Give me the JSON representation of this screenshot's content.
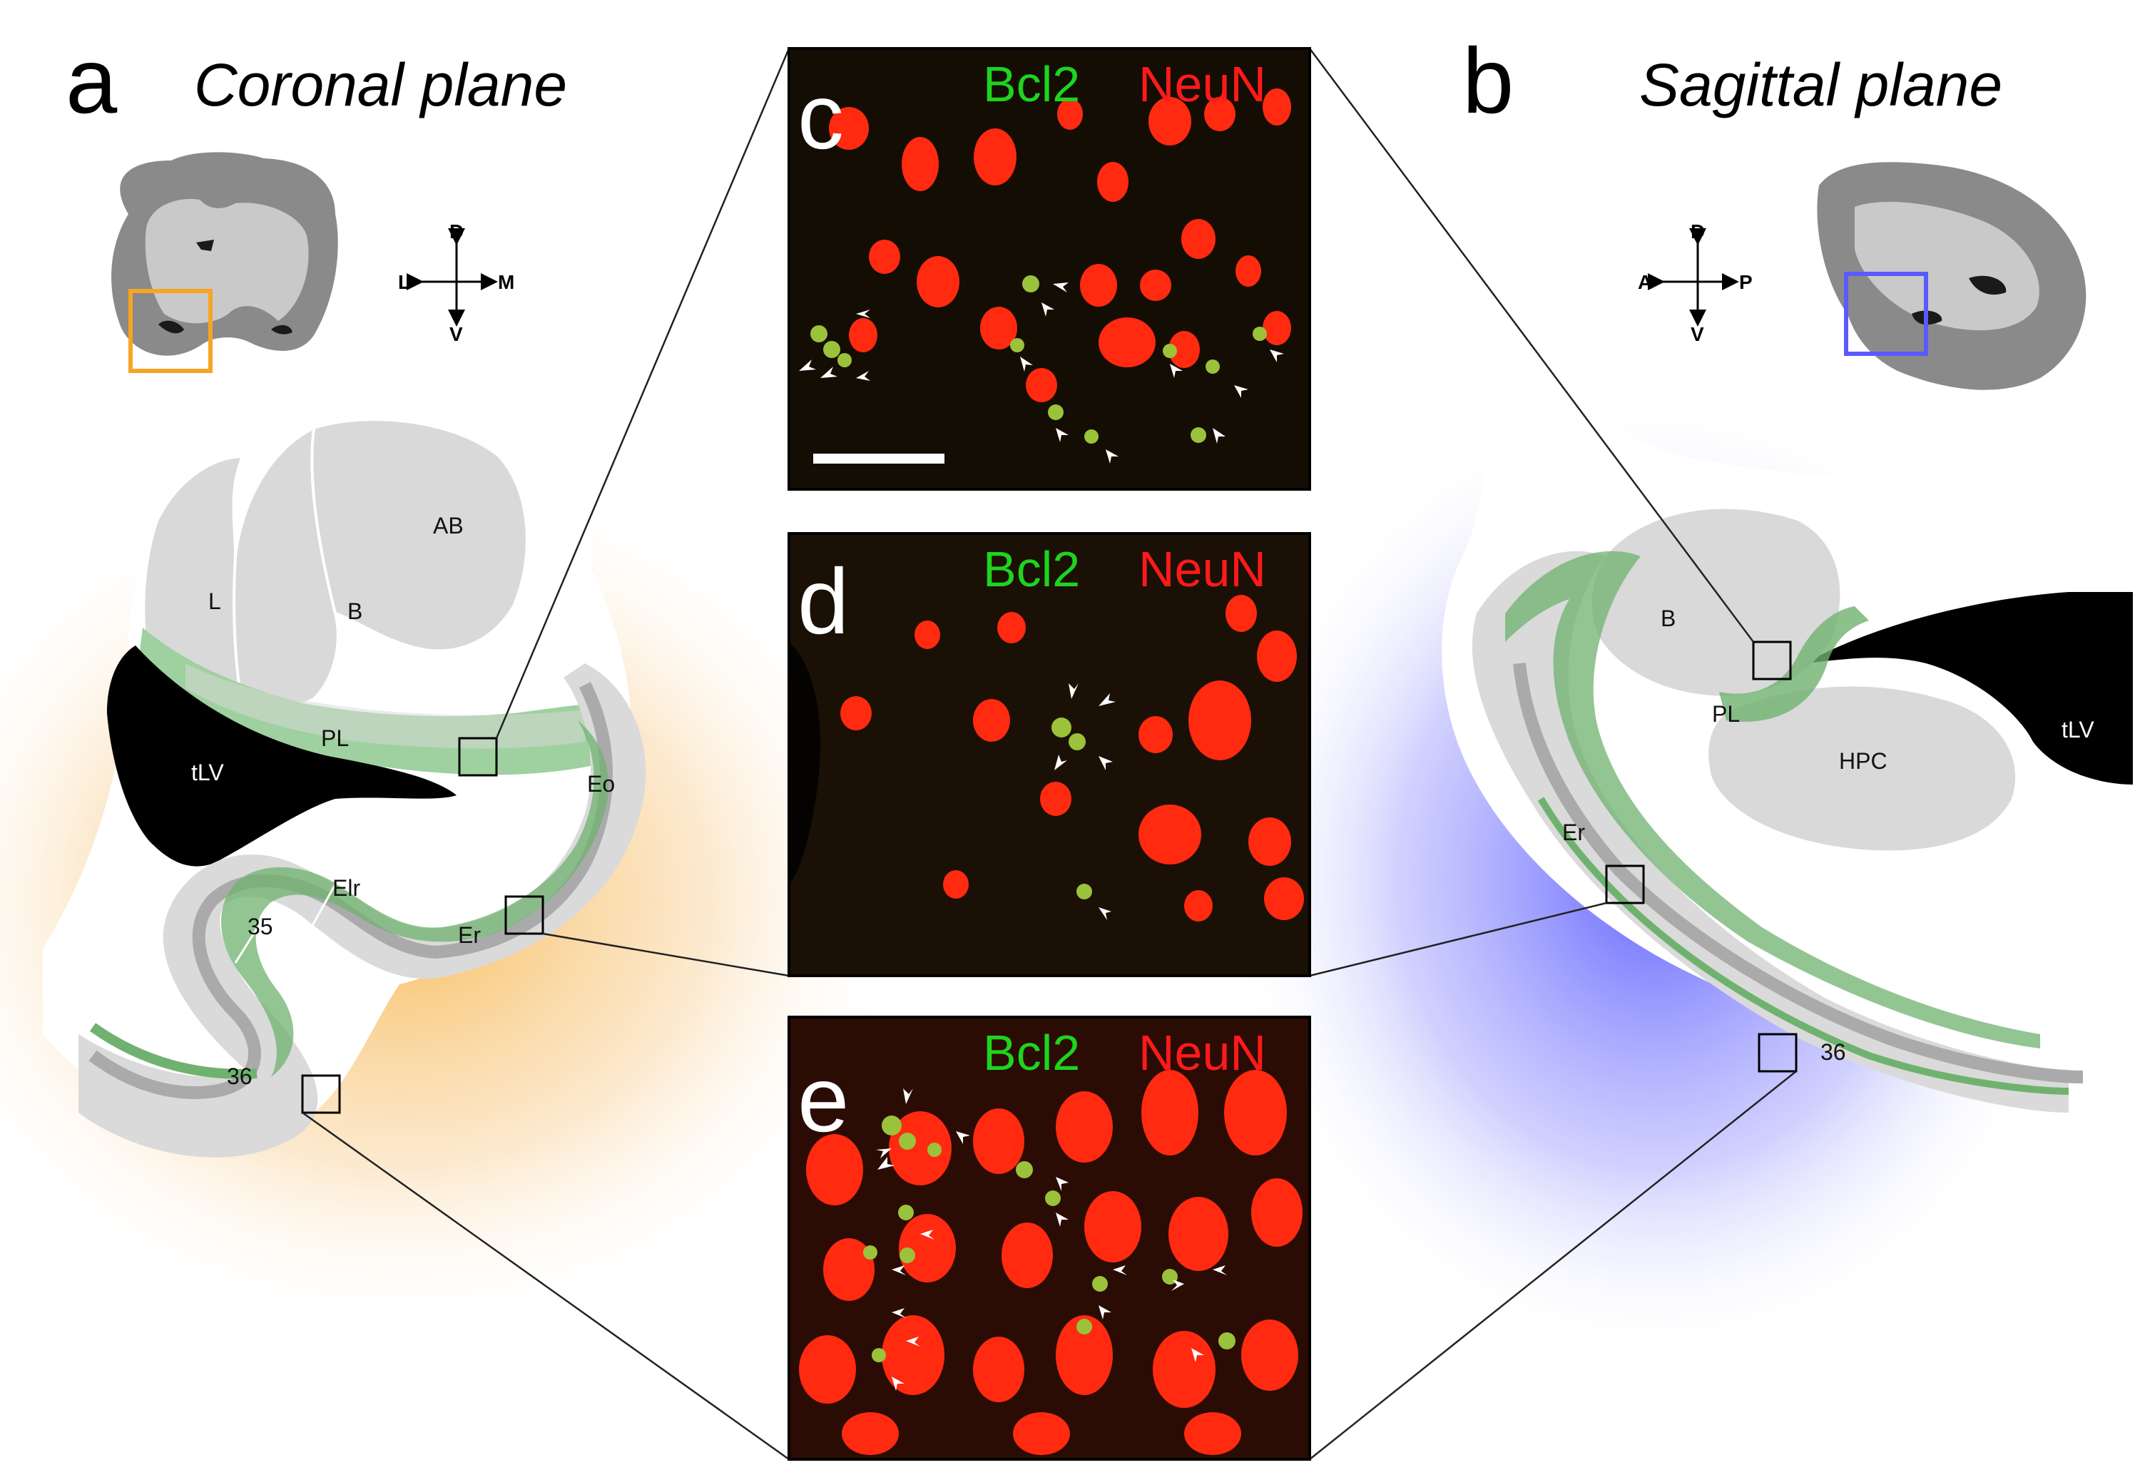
{
  "panels": {
    "a": {
      "letter": "a",
      "title": "Coronal plane"
    },
    "b": {
      "letter": "b",
      "title": "Sagittal plane"
    },
    "c": {
      "letter": "c",
      "stain_green": "Bcl2",
      "stain_red": "NeuN"
    },
    "d": {
      "letter": "d",
      "stain_green": "Bcl2",
      "stain_red": "NeuN"
    },
    "e": {
      "letter": "e",
      "stain_green": "Bcl2",
      "stain_red": "NeuN"
    }
  },
  "compass_coronal": {
    "up": "D",
    "down": "V",
    "left": "L",
    "right": "M"
  },
  "compass_sagittal": {
    "up": "D",
    "down": "V",
    "left": "A",
    "right": "P"
  },
  "coronal_regions": {
    "ab": "AB",
    "l": "L",
    "b": "B",
    "pl": "PL",
    "tlv": "tLV",
    "eo": "Eo",
    "elr": "Elr",
    "er": "Er",
    "n35": "35",
    "n36": "36"
  },
  "sagittal_regions": {
    "b": "B",
    "pl": "PL",
    "hpc": "HPC",
    "tlv": "tLV",
    "er": "Er",
    "n36": "36"
  },
  "colors": {
    "coronal_highlight": "#f5a623",
    "sagittal_highlight": "#5a5aff",
    "layer_green": "#6fb26f",
    "nucleus_gray": "#d9d9d9",
    "neun_red": "#ff2a10",
    "bcl2_green": "#1ed41e"
  }
}
